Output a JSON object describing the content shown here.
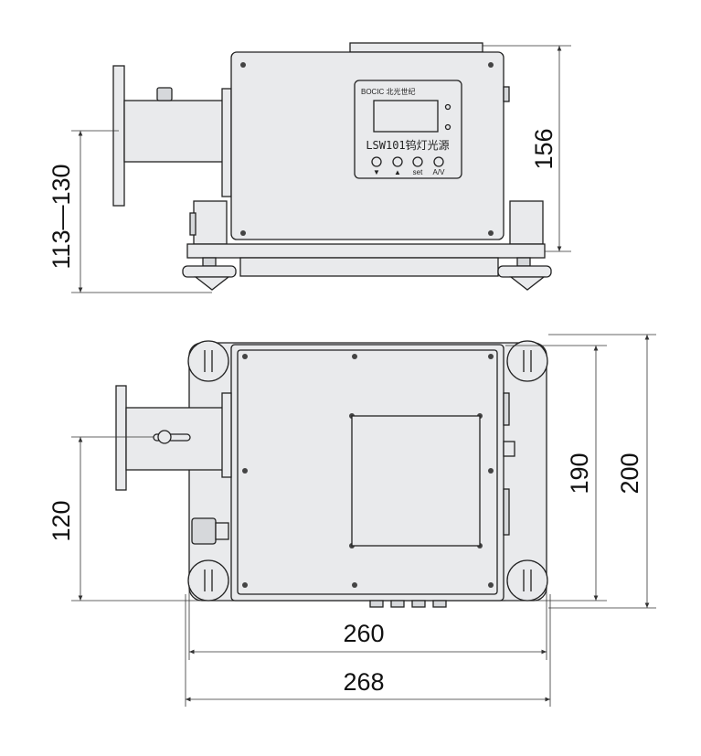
{
  "title": "LSW101 tungsten lamp light source dimension drawing",
  "panel": {
    "brand": "BOCIC 北光世纪",
    "model": "LSW101钨灯光源",
    "buttons": [
      "▼",
      "▲",
      "set",
      "A/V"
    ]
  },
  "dimensions": {
    "height": "156",
    "axis_height": "113—130",
    "axis_offset": "120",
    "depth_inner": "190",
    "depth_outer": "200",
    "width_inner": "260",
    "width_outer": "268"
  }
}
